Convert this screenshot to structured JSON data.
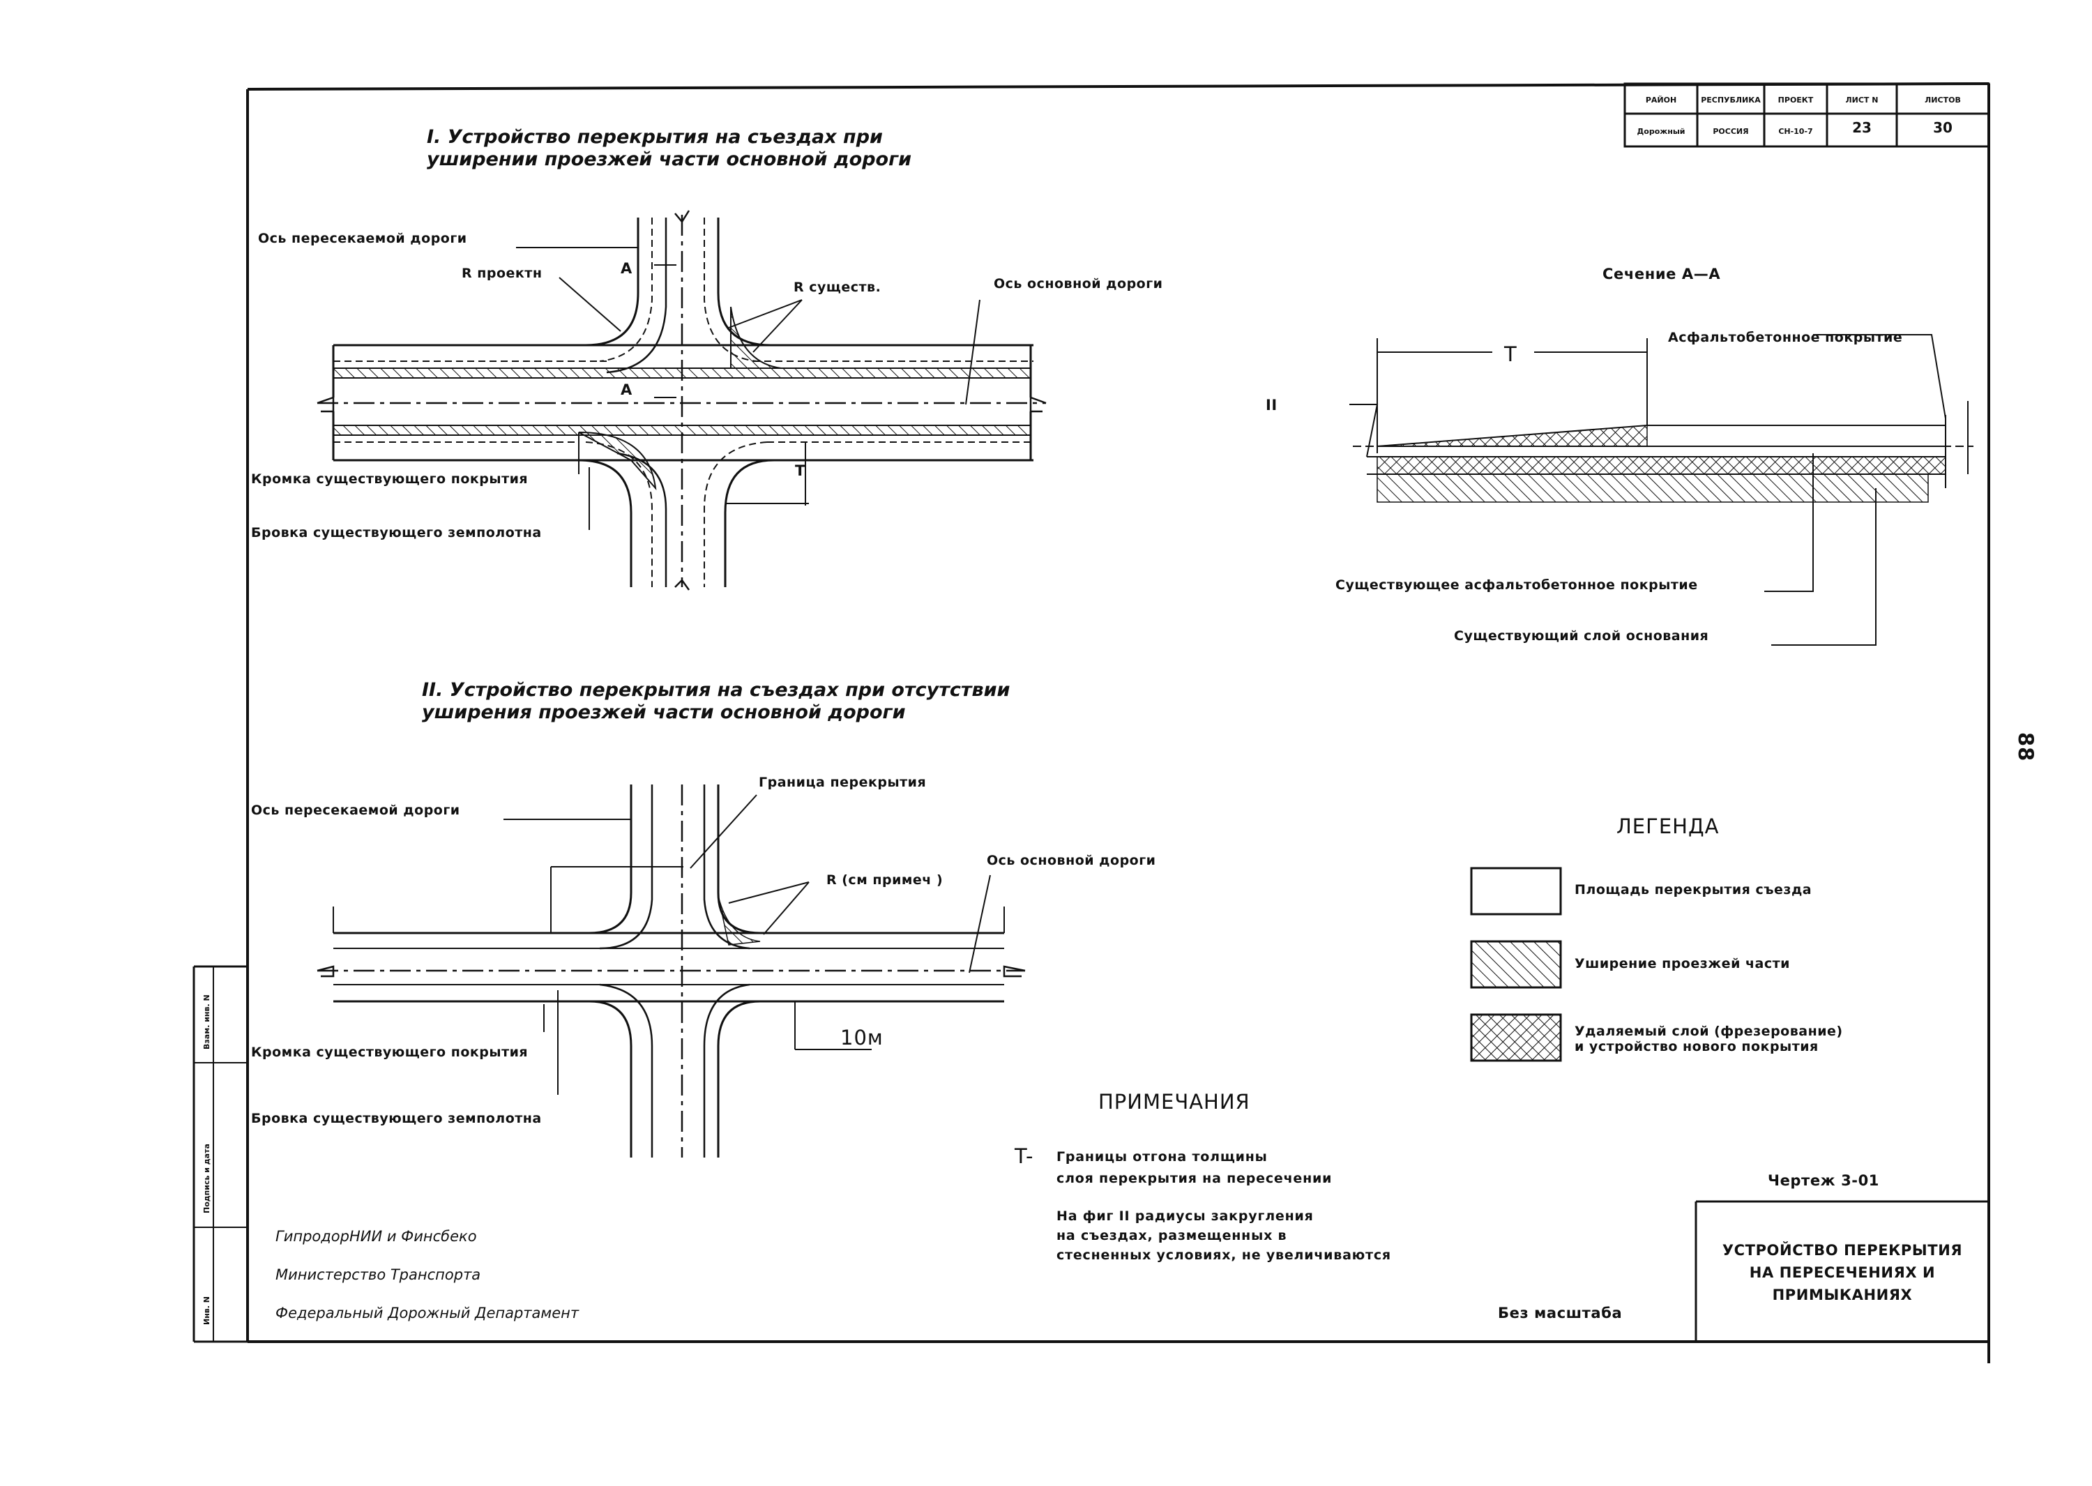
{
  "stamp": {
    "headers": [
      "РАЙОН",
      "РЕСПУБЛИКА",
      "ПРОЕКТ",
      "ЛИСТ N",
      "ЛИСТОВ"
    ],
    "values": [
      "Дорожный",
      "РОССИЯ",
      "СН-10-7",
      "23",
      "30"
    ]
  },
  "section1": {
    "title_line1": "I. Устройство перекрытия на съездах при",
    "title_line2": "уширении проезжей части основной дороги",
    "labels": {
      "crossing_axis": "Ось пересекаемой дороги",
      "r_design": "R проектн",
      "r_exist": "R существ.",
      "main_axis": "Ось основной дороги",
      "a_top": "A",
      "a_mid": "A",
      "t_mark": "T",
      "edge_pavement": "Кромка существующего покрытия",
      "edge_subgrade": "Бровка существующего земполотна"
    }
  },
  "section2": {
    "title_line1": "II. Устройство перекрытия на съездах при отсутствии",
    "title_line2": "уширения проезжей части основной дороги",
    "labels": {
      "crossing_axis": "Ось пересекаемой дороги",
      "overlay_boundary": "Граница перекрытия",
      "r_min": "R (см примеч )",
      "main_axis": "Ось основной дороги",
      "dim_10m": "10м",
      "edge_pavement": "Кромка существующего покрытия",
      "edge_subgrade": "Бровка существующего земполотна"
    }
  },
  "section_aa": {
    "title": "Сечение A—A",
    "t_dim": "T",
    "roman": "II",
    "asphalt": "Асфальтобетонное покрытие",
    "existing_asphalt": "Существующее асфальтобетонное покрытие",
    "existing_base": "Существующий слой основания"
  },
  "legend": {
    "title": "ЛЕГЕНДА",
    "items": [
      {
        "pattern": "empty",
        "text": "Площадь перекрытия съезда"
      },
      {
        "pattern": "hatch",
        "text": "Уширение проезжей части"
      },
      {
        "pattern": "cross",
        "text": "Удаляемый слой (фрезерование)",
        "text2": "и устройство нового покрытия"
      }
    ]
  },
  "notes": {
    "title": "ПРИМЕЧАНИЯ",
    "t_letter": "T-",
    "t_line1": "Границы отгона толщины",
    "t_line2": "слоя перекрытия на пересечении",
    "n_line1": "На фиг II радиусы закругления",
    "n_line2": "на съездах, размещенных в",
    "n_line3": "стесненных условиях, не увеличиваются"
  },
  "org": {
    "line1": "ГипродорНИИ и Финсбеко",
    "line2": "Министерство Транспорта",
    "line3": "Федеральный Дорожный Департамент"
  },
  "scale_text": "Без масштаба",
  "drawing_no": "Чертеж 3-01",
  "title_block": {
    "line1": "УСТРОЙСТВО ПЕРЕКРЫТИЯ",
    "line2": "НА ПЕРЕСЕЧЕНИЯХ И",
    "line3": "ПРИМЫКАНИЯХ"
  },
  "side_stamp": [
    "Инв. N",
    "Подпись и дата",
    "Взам. инв. N"
  ],
  "page_number": "88"
}
